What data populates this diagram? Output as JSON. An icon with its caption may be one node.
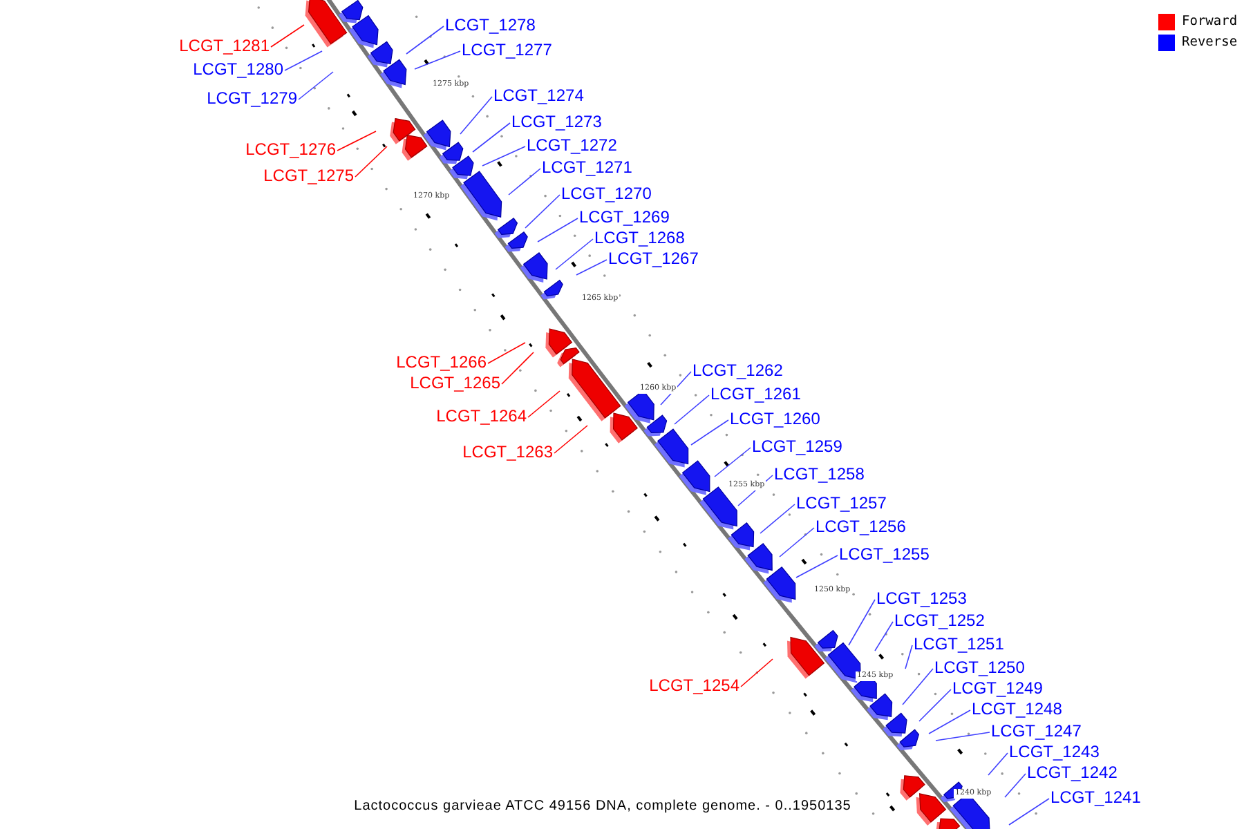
{
  "diagram": {
    "caption": "Lactococcus garvieae ATCC 49156 DNA, complete genome. - 0..1950135",
    "nodes": [
      {
        "text": [
          "LCGT_1281"
        ]
      },
      {
        "text": [
          "LCGT_1280"
        ]
      },
      {
        "text": [
          "LCGT_1279"
        ]
      },
      {
        "text": [
          "LCGT_1278"
        ]
      },
      {
        "text": [
          "LCGT_1277"
        ]
      },
      {
        "text": [
          "LCGT_1274"
        ]
      },
      {
        "text": [
          "LCGT_1273"
        ]
      },
      {
        "text": [
          "LCGT_1272"
        ]
      },
      {
        "text": [
          "LCGT_1271"
        ]
      },
      {
        "text": [
          "LCGT_1270"
        ]
      },
      {
        "text": [
          "LCGT_1269"
        ]
      },
      {
        "text": [
          "LCGT_1268"
        ]
      },
      {
        "text": [
          "LCGT_1267"
        ]
      },
      {
        "text": [
          "LCGT_1276"
        ]
      },
      {
        "text": [
          "LCGT_1275"
        ]
      },
      {
        "text": [
          "LCGT_1266"
        ]
      },
      {
        "text": [
          "LCGT_1265"
        ]
      },
      {
        "text": [
          "LCGT_1264"
        ]
      },
      {
        "text": [
          "LCGT_1263"
        ]
      },
      {
        "text": [
          "LCGT_1262"
        ]
      },
      {
        "text": [
          "LCGT_1261"
        ]
      },
      {
        "text": [
          "LCGT_1260"
        ]
      },
      {
        "text": [
          "LCGT_1259"
        ]
      },
      {
        "text": [
          "LCGT_1258"
        ]
      },
      {
        "text": [
          "LCGT_1257"
        ]
      },
      {
        "text": [
          "LCGT_1256"
        ]
      },
      {
        "text": [
          "LCGT_1255"
        ]
      },
      {
        "text": [
          "LCGT_1254"
        ]
      },
      {
        "text": [
          "LCGT_1253"
        ]
      },
      {
        "text": [
          "LCGT_1252"
        ]
      },
      {
        "text": [
          "LCGT_1251"
        ]
      },
      {
        "text": [
          "LCGT_1250"
        ]
      },
      {
        "text": [
          "LCGT_1249"
        ]
      },
      {
        "text": [
          "LCGT_1248"
        ]
      },
      {
        "text": [
          "LCGT_1247"
        ]
      },
      {
        "text": [
          "LCGT_1243"
        ]
      },
      {
        "text": [
          "LCGT_1242"
        ]
      },
      {
        "text": [
          "LCGT_1241"
        ]
      }
    ],
    "edges": [
      {
        "from": 0,
        "to": null,
        "arrow": "none",
        "color": "#ff0000"
      },
      {
        "from": 1,
        "to": null,
        "arrow": "none"
      },
      {
        "from": 2,
        "to": null,
        "arrow": "none"
      },
      {
        "from": 3,
        "to": null,
        "arrow": "none"
      },
      {
        "from": 4,
        "to": null,
        "arrow": "none"
      },
      {
        "from": 5,
        "to": null,
        "arrow": "none"
      },
      {
        "from": 6,
        "to": null,
        "arrow": "none"
      },
      {
        "from": 7,
        "to": null,
        "arrow": "none"
      },
      {
        "from": 8,
        "to": null,
        "arrow": "none"
      },
      {
        "from": 9,
        "to": null,
        "arrow": "none"
      },
      {
        "from": 10,
        "to": null,
        "arrow": "none"
      },
      {
        "from": 11,
        "to": null,
        "arrow": "none"
      },
      {
        "from": 12,
        "to": null,
        "arrow": "none"
      },
      {
        "from": 13,
        "to": null,
        "arrow": "none",
        "color": "#ff0000"
      },
      {
        "from": 14,
        "to": null,
        "arrow": "none",
        "color": "#ff0000"
      },
      {
        "from": 15,
        "to": null,
        "arrow": "none",
        "color": "#ff0000"
      },
      {
        "from": 16,
        "to": null,
        "arrow": "none",
        "color": "#ff0000"
      },
      {
        "from": 17,
        "to": null,
        "arrow": "none",
        "color": "#ff0000"
      },
      {
        "from": 18,
        "to": null,
        "arrow": "none",
        "color": "#ff0000"
      },
      {
        "from": 19,
        "to": null,
        "arrow": "none"
      },
      {
        "from": 20,
        "to": null,
        "arrow": "none"
      },
      {
        "from": 21,
        "to": null,
        "arrow": "none"
      },
      {
        "from": 22,
        "to": null,
        "arrow": "none"
      },
      {
        "from": 23,
        "to": null,
        "arrow": "none"
      },
      {
        "from": 24,
        "to": null,
        "arrow": "none"
      },
      {
        "from": 25,
        "to": null,
        "arrow": "none"
      },
      {
        "from": 26,
        "to": null,
        "arrow": "none"
      },
      {
        "from": 27,
        "to": null,
        "arrow": "none",
        "color": "#ff0000"
      },
      {
        "from": 28,
        "to": null,
        "arrow": "none"
      },
      {
        "from": 29,
        "to": null,
        "arrow": "none"
      },
      {
        "from": 30,
        "to": null,
        "arrow": "none"
      },
      {
        "from": 31,
        "to": null,
        "arrow": "none"
      },
      {
        "from": 32,
        "to": null,
        "arrow": "none"
      },
      {
        "from": 33,
        "to": null,
        "arrow": "none"
      },
      {
        "from": 34,
        "to": null,
        "arrow": "none"
      },
      {
        "from": 35,
        "to": null,
        "arrow": "none"
      },
      {
        "from": 36,
        "to": null,
        "arrow": "none"
      },
      {
        "from": 37,
        "to": null,
        "arrow": "none"
      }
    ],
    "labels": [
      "1275 kbp",
      "1270 kbp",
      "1265 kbp",
      "1260 kbp",
      "1255 kbp",
      "1250 kbp",
      "1245 kbp",
      "1240 kbp"
    ],
    "legend": [
      {
        "text": "Forward",
        "color": "#ff0000"
      },
      {
        "text": "Reverse",
        "color": "#0000ff"
      }
    ]
  }
}
